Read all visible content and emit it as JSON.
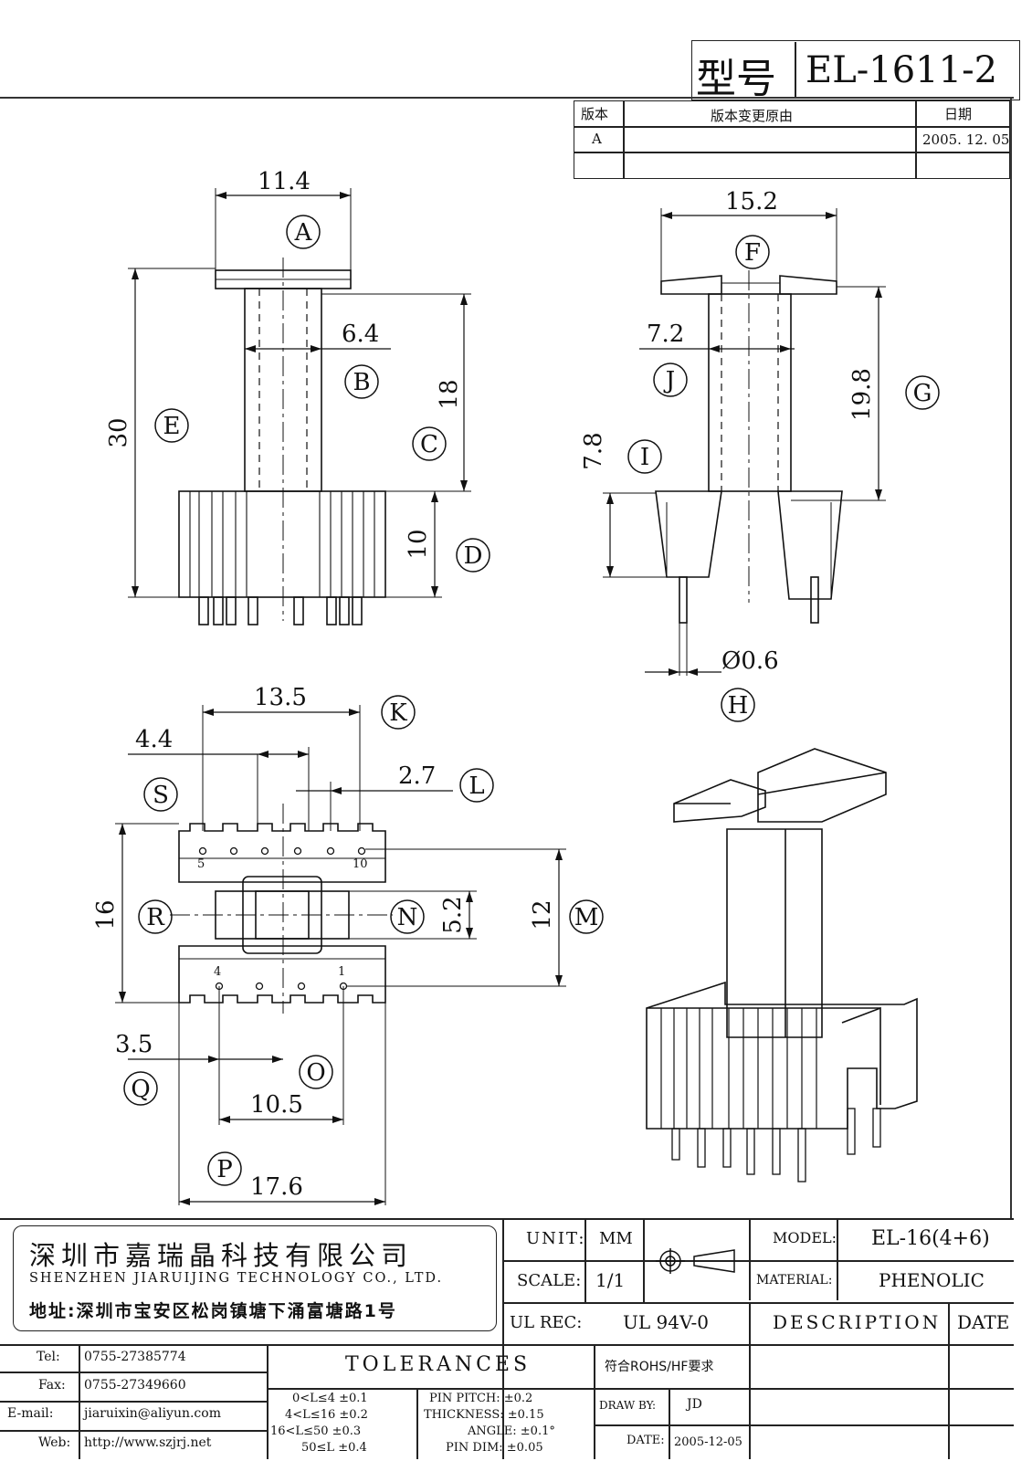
{
  "header": {
    "model_label": "型号",
    "model_value": "EL-1611-2",
    "rev_col_rev": "版本",
    "rev_col_reason": "版本变更原由",
    "rev_col_date": "日期",
    "rev_rows": [
      {
        "rev": "A",
        "reason": "",
        "date": "2005. 12. 05"
      }
    ]
  },
  "drawing": {
    "view_top_left": {
      "dims": {
        "A": "11.4",
        "B": "6.4",
        "C": "18",
        "D": "10",
        "E": "30"
      }
    },
    "view_top_right": {
      "dims": {
        "F": "15.2",
        "J": "7.2",
        "G": "19.8",
        "I": "7.8",
        "H": "Ø0.6"
      }
    },
    "view_bottom": {
      "dims": {
        "K": "13.5",
        "S": "4.4",
        "L": "2.7",
        "R": "16",
        "N": "5.2",
        "M": "12",
        "Q": "3.5",
        "O": "10.5",
        "P": "17.6"
      },
      "pins": {
        "p5": "5",
        "p10": "10",
        "p4": "4",
        "p1": "1"
      }
    },
    "labels": [
      "A",
      "B",
      "C",
      "D",
      "E",
      "F",
      "G",
      "H",
      "I",
      "J",
      "K",
      "L",
      "M",
      "N",
      "O",
      "P",
      "Q",
      "R",
      "S"
    ]
  },
  "company": {
    "name_cn": "深圳市嘉瑞晶科技有限公司",
    "name_en": "SHENZHEN JIARUIJING TECHNOLOGY CO., LTD.",
    "address": "地址:深圳市宝安区松岗镇塘下涌富塘路1号"
  },
  "contact": [
    {
      "key": "Tel:",
      "value": "0755-27385774"
    },
    {
      "key": "Fax:",
      "value": "0755-27349660"
    },
    {
      "key": "E-mail:",
      "value": "jiaruixin@aliyun.com"
    },
    {
      "key": "Web:",
      "value": "http://www.szjrj.net"
    }
  ],
  "titleblock": {
    "unit_label": "UNIT:",
    "unit_value": "MM",
    "scale_label": "SCALE:",
    "scale_value": "1/1",
    "ul_label": "UL REC:",
    "ul_value": "UL 94V-0",
    "model_label": "MODEL:",
    "model_value": "EL-16(4+6)",
    "material_label": "MATERIAL:",
    "material_value": "PHENOLIC",
    "description_label": "DESCRIPTION",
    "date_label": "DATE",
    "tolerances_label": "TOLERANCES",
    "rohs": "符合ROHS/HF要求",
    "tol_rows": [
      "0<L≤4 ±0.1",
      "4<L≤16 ±0.2",
      "16<L≤50 ±0.3",
      "50≤L ±0.4"
    ],
    "pin_rows": [
      "PIN PITCH: ±0.2",
      "THICKNESS: ±0.15",
      "ANGLE: ±0.1°",
      "PIN DIM: ±0.05"
    ],
    "draw_by_label": "DRAW BY:",
    "draw_by_value": "JD",
    "date_field_label": "DATE:",
    "date_field_value": "2005-12-05"
  }
}
